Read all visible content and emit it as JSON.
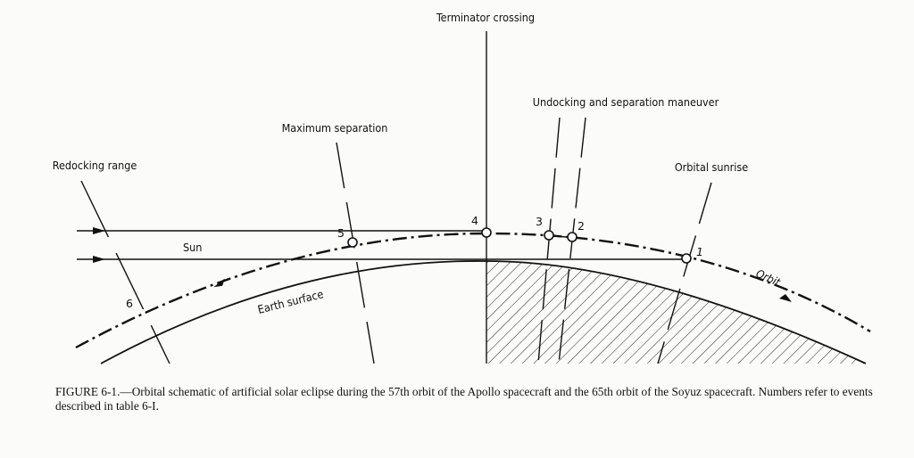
{
  "figure": {
    "labels": {
      "terminator_crossing": "Terminator crossing",
      "undocking_and_separation_maneuver": "Undocking and separation maneuver",
      "maximum_separation": "Maximum separation",
      "orbital_sunrise": "Orbital sunrise",
      "redocking_range": "Redocking range",
      "sun": "Sun",
      "earth_surface": "Earth surface",
      "orbit": "Orbit"
    },
    "event_numbers": [
      "1",
      "2",
      "3",
      "4",
      "5",
      "6"
    ]
  },
  "caption": {
    "lead": "FIGURE 6-1.",
    "text": "—Orbital schematic of artificial solar eclipse during the 57th orbit of the Apollo spacecraft and the 65th orbit of the Soyuz spacecraft. Numbers refer to events described in table 6-I."
  }
}
